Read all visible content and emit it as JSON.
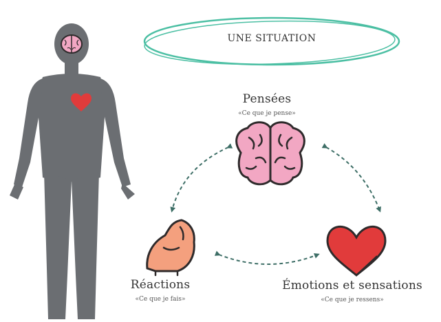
{
  "situation": {
    "label": "UNE SITUATION"
  },
  "nodes": {
    "pensees": {
      "title": "Pensées",
      "subtitle": "«Ce que je pense»"
    },
    "reactions": {
      "title": "Réactions",
      "subtitle": "«Ce que je fais»"
    },
    "emotions": {
      "title": "Émotions et sensations",
      "subtitle": "«Ce que je ressens»"
    }
  },
  "colors": {
    "body": "#6b6e72",
    "brain_fill": "#f2a7c3",
    "brain_outline": "#2e2a2b",
    "heart": "#e13b3b",
    "muscle": "#f4a07e",
    "arrow": "#3d6e66",
    "ellipse": "#4bbfa3"
  },
  "icons": [
    "human-silhouette-icon",
    "brain-icon",
    "heart-icon",
    "flexed-arm-icon"
  ]
}
